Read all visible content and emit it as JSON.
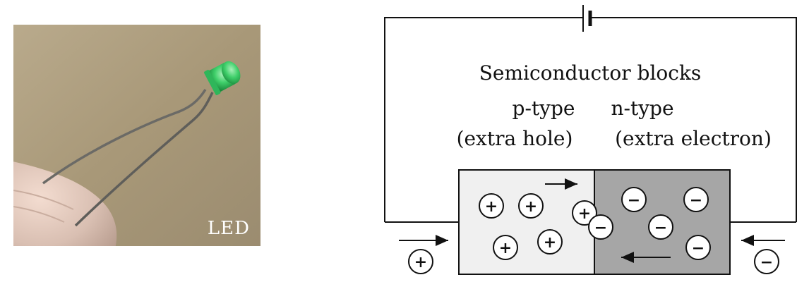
{
  "photo": {
    "label": "LED"
  },
  "diagram": {
    "title": "Semiconductor blocks",
    "p_type": {
      "name": "p-type",
      "description": "(extra hole)",
      "fill_color": "#f0f0f0"
    },
    "n_type": {
      "name": "n-type",
      "description": "(extra electron)",
      "fill_color": "#a6a6a6"
    },
    "hole_symbol": "+",
    "electron_symbol": "−",
    "left_terminal_symbol": "+",
    "right_terminal_symbol": "−",
    "component": "battery"
  }
}
